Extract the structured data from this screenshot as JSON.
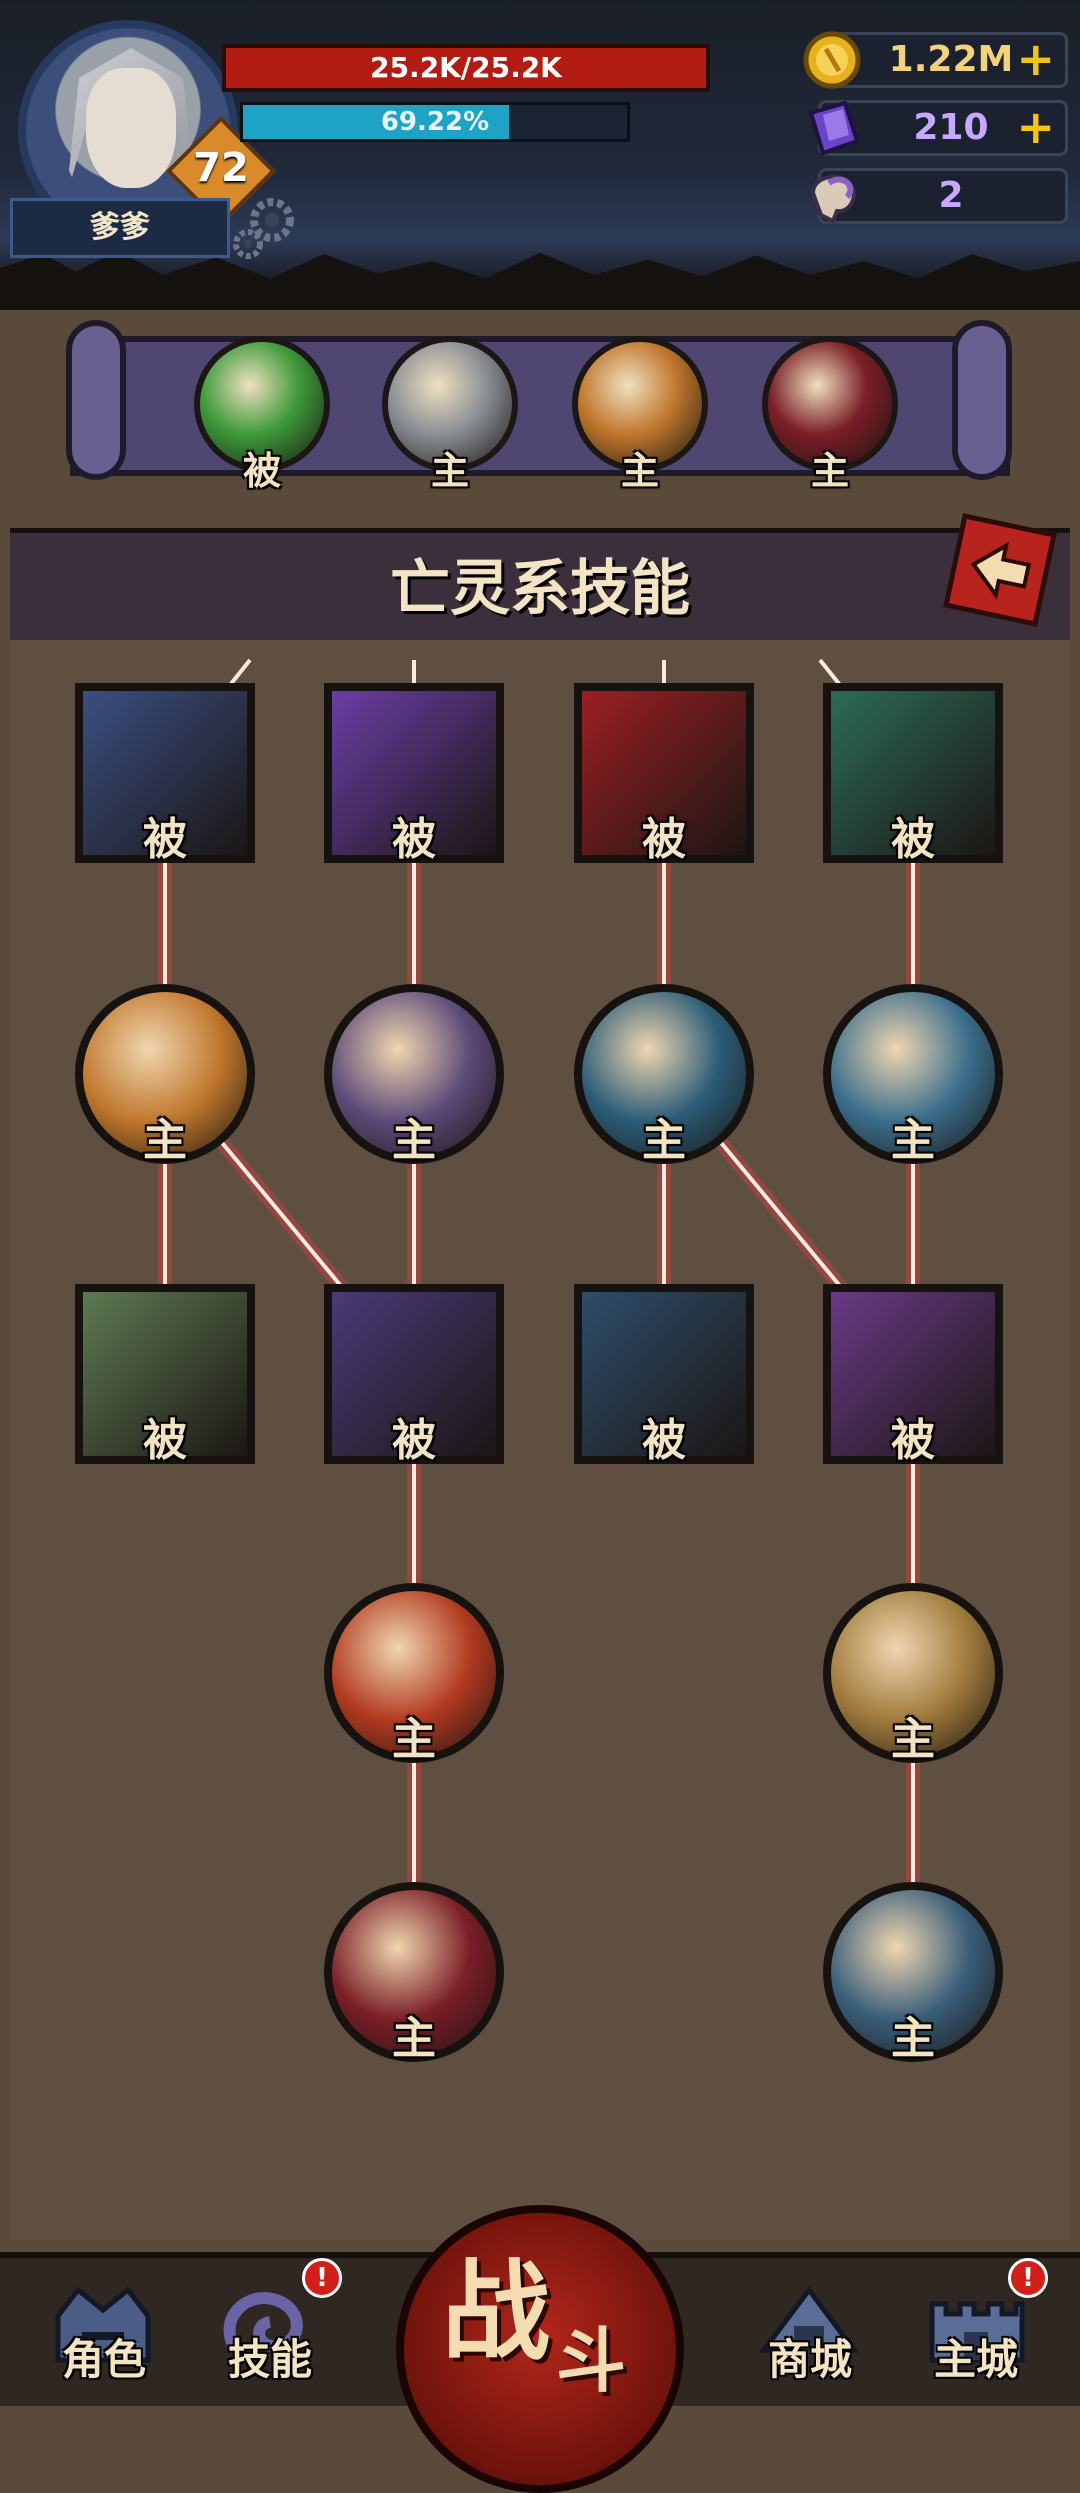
{
  "player": {
    "name": "爹爹",
    "level": "72",
    "hp_text": "25.2K/25.2K",
    "xp_text": "69.22%",
    "xp_progress": 0.6922
  },
  "currencies": {
    "gold": {
      "value": "1.22M",
      "icon": "gold-coin-icon",
      "plus": "+"
    },
    "gems": {
      "value": "210",
      "icon": "purple-crystal-icon",
      "plus": "+"
    },
    "ram": {
      "value": "2",
      "icon": "ram-skull-icon"
    }
  },
  "equipped": [
    {
      "label": "被",
      "icon": "green-swirl-icon",
      "color": "#3e9a3a"
    },
    {
      "label": "主",
      "icon": "dark-legs-icon",
      "color": "#8a8f95"
    },
    {
      "label": "主",
      "icon": "blood-splash-icon",
      "color": "#c0772c"
    },
    {
      "label": "主",
      "icon": "demon-maw-icon",
      "color": "#7a1e26"
    }
  ],
  "tree": {
    "title": "亡灵系技能",
    "rows": [
      [
        {
          "label": "被",
          "icon": "bleeding-cloak-icon",
          "color": "#3a4f82"
        },
        {
          "label": "被",
          "icon": "impaled-heart-icon",
          "color": "#6a3ea6"
        },
        {
          "label": "被",
          "icon": "rune-sigil-icon",
          "color": "#9b1f22"
        },
        {
          "label": "被",
          "icon": "flaming-skull-icon",
          "color": "#2c6b58"
        }
      ],
      [
        {
          "label": "主",
          "icon": "blood-splash-icon",
          "color": "#c0772c"
        },
        {
          "label": "主",
          "icon": "screaming-head-icon",
          "color": "#5c4a78"
        },
        {
          "label": "主",
          "icon": "shadow-rift-icon",
          "color": "#2b5c78"
        },
        {
          "label": "主",
          "icon": "reaper-scythe-icon",
          "color": "#3a6e8c"
        }
      ],
      [
        {
          "label": "被",
          "icon": "bloody-skull-icon",
          "color": "#5e7a52"
        },
        {
          "label": "被",
          "icon": "burning-skull-icon",
          "color": "#4a3a78"
        },
        {
          "label": "被",
          "icon": "spectral-hand-icon",
          "color": "#2d4d6a"
        },
        {
          "label": "被",
          "icon": "ghost-blade-icon",
          "color": "#6a3a86"
        }
      ],
      [
        {
          "label": "主",
          "icon": "blood-claws-icon",
          "color": "#b23a20"
        },
        {
          "label": "主",
          "icon": "serpent-runes-icon",
          "color": "#a07a3c"
        }
      ],
      [
        {
          "label": "主",
          "icon": "demon-maw-icon",
          "color": "#7a1e26"
        },
        {
          "label": "主",
          "icon": "wraith-reaper-icon",
          "color": "#3a5e7a"
        }
      ]
    ]
  },
  "nav": {
    "character": "角色",
    "skills": "技能",
    "skills_badge": "!",
    "battle_main": "战",
    "battle_sub": "斗",
    "shop": "商城",
    "city": "主城",
    "city_badge": "!"
  }
}
